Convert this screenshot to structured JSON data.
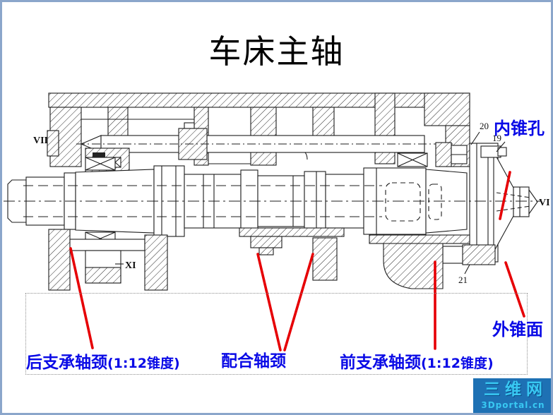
{
  "slide": {
    "title": "车床主轴"
  },
  "callouts": {
    "inner_taper_hole": "内锥孔",
    "outer_taper_surface": "外锥面",
    "rear_bearing_journal": "后支承轴颈",
    "rear_bearing_journal_note": "(1:12锥度)",
    "fit_journal": "配合轴颈",
    "front_bearing_journal": "前支承轴颈",
    "front_bearing_journal_note": "(1:12锥度)"
  },
  "drawing_marks": {
    "shaft_vii": "VII",
    "gear_xi": "XI",
    "nose_vi": "VI",
    "part_20": "20",
    "part_19": "19",
    "part_21": "21"
  },
  "watermark": {
    "site_name": "三维网",
    "site_domain": "3Dportal.cn"
  },
  "colors": {
    "callout_text": "#0a0ae6",
    "leader_line": "#e60005",
    "watermark_bg": "#1e71b4",
    "watermark_fg": "#38c8f2",
    "slide_border": "#8ba6cb"
  }
}
